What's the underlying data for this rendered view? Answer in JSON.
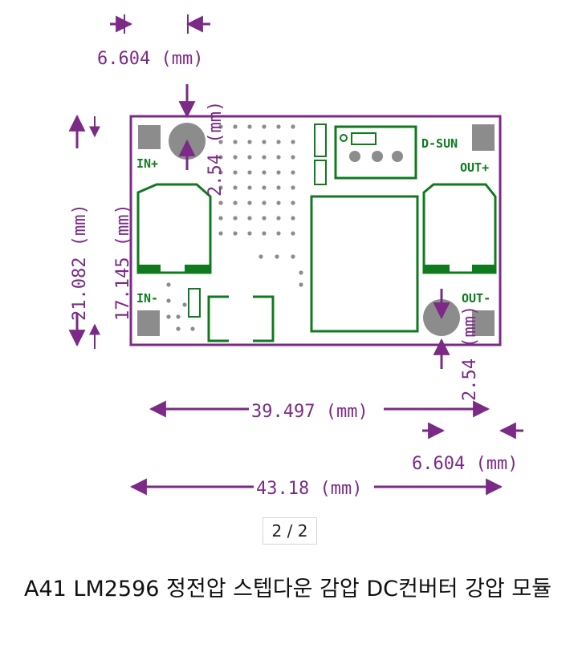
{
  "diagram": {
    "labels": {
      "pad_spacing_top": "6.604 (mm)",
      "hole_offset_top": "2.54 (mm)",
      "total_height": "21.082 (mm)",
      "hole_spacing_height": "17.145 (mm)",
      "hole_offset_bottom": "2.54 (mm)",
      "hole_spacing_width": "39.497 (mm)",
      "pad_spacing_bottom": "6.604 (mm)",
      "total_width": "43.18 (mm)"
    },
    "silkscreen": {
      "in_plus": "IN+",
      "in_minus": "IN-",
      "out_plus": "OUT+",
      "out_minus": "OUT-",
      "brand": "D-SUN"
    },
    "colors": {
      "dimension": "#7b2a86",
      "silkscreen": "#0f7a1e",
      "pad": "#8c8c8c"
    }
  },
  "pager": {
    "label": "2 / 2"
  },
  "product": {
    "title": "A41 LM2596 정전압 스텝다운 감압 DC컨버터 강압 모듈"
  }
}
